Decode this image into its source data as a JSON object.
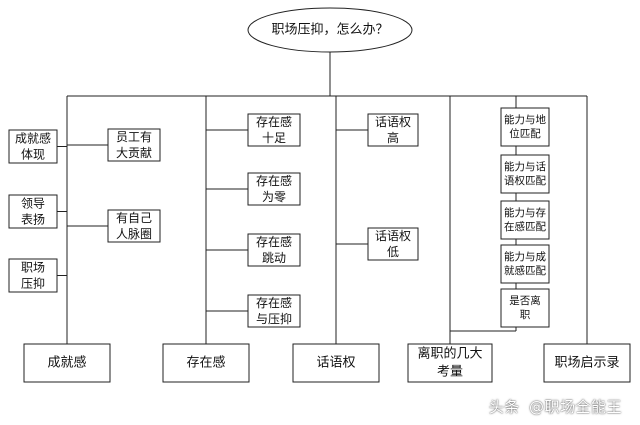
{
  "root": {
    "label": "职场压抑，怎么办？"
  },
  "branches": [
    {
      "label": "成就感",
      "inner_left": [
        [
          "成就感",
          "体现"
        ],
        [
          "领导",
          "表扬"
        ],
        [
          "职场",
          "压抑"
        ]
      ],
      "inner_right": [
        [
          "员工有",
          "大贡献"
        ],
        [
          "有自己",
          "人脉圈"
        ]
      ]
    },
    {
      "label": "存在感",
      "items": [
        [
          "存在感",
          "十足"
        ],
        [
          "存在感",
          "为零"
        ],
        [
          "存在感",
          "跳动"
        ],
        [
          "存在感",
          "与压抑"
        ]
      ]
    },
    {
      "label": "话语权",
      "items": [
        [
          "话语权",
          "高"
        ],
        [
          "话语权",
          "低"
        ]
      ]
    },
    {
      "label": "离职的几大考量",
      "label_lines": [
        "离职的几大",
        "考量"
      ],
      "items": [
        [
          "能力与地",
          "位匹配"
        ],
        [
          "能力与话",
          "语权匹配"
        ],
        [
          "能力与存",
          "在感匹配"
        ],
        [
          "能力与成",
          "就感匹配"
        ],
        [
          "是否离",
          "职"
        ]
      ]
    },
    {
      "label": "职场启示录"
    }
  ],
  "watermark": {
    "platform": "头条",
    "account": "@职场全能王"
  },
  "colors": {
    "line": "#222222",
    "box": "#222222",
    "background": "#ffffff"
  }
}
